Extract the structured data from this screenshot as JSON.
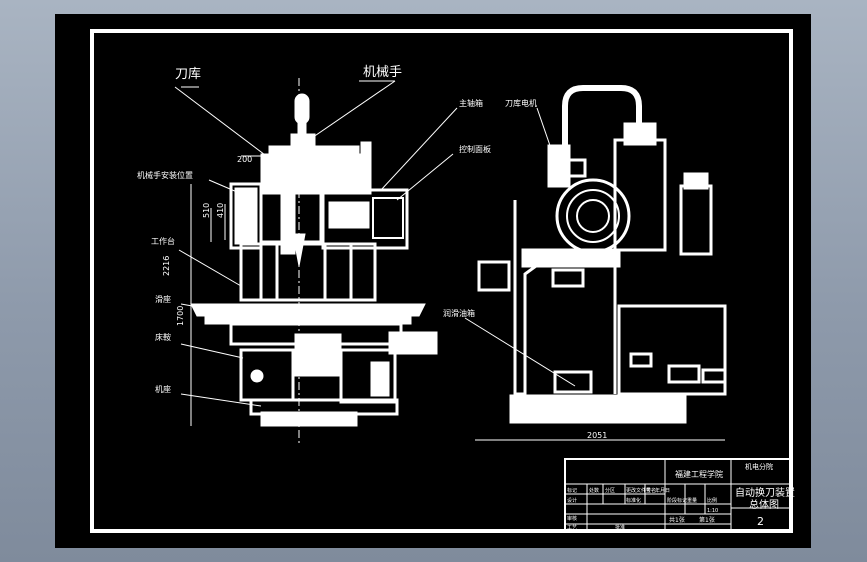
{
  "callouts": {
    "tool_magazine": "刀库",
    "manipulator": "机械手",
    "spindle_box": "主轴箱",
    "magazine_motor": "刀库电机",
    "control_panel": "控制面板",
    "manipulator_mount": "机械手安装位置",
    "worktable": "工作台",
    "saddle": "滑座",
    "knee": "床鞍",
    "bed": "机座",
    "lube_tank": "润滑油箱"
  },
  "dimensions": {
    "d200": "200",
    "d510": "510",
    "d410": "410",
    "d2216": "2216",
    "d1700": "1700",
    "d2051": "2051"
  },
  "title_block": {
    "company": "福建工程学院",
    "dept": "机电分院",
    "title": "自动换刀装置",
    "subtitle": "总体图",
    "sheet_no": "2",
    "sign_labels": [
      "标记",
      "处数",
      "分区",
      "更改文件号",
      "签名",
      "年月日"
    ],
    "sign_labels2": [
      "设计",
      "标准化",
      "阶段标记",
      "重量",
      "比例"
    ],
    "scale": "1:10",
    "sheets": "共1张",
    "sheet_of": "第1张",
    "approve": "审核",
    "process": "工艺",
    "approve2": "批准"
  },
  "colors": {
    "paper": "#000000",
    "line": "#ffffff",
    "chrome": "#9aa6b6"
  }
}
